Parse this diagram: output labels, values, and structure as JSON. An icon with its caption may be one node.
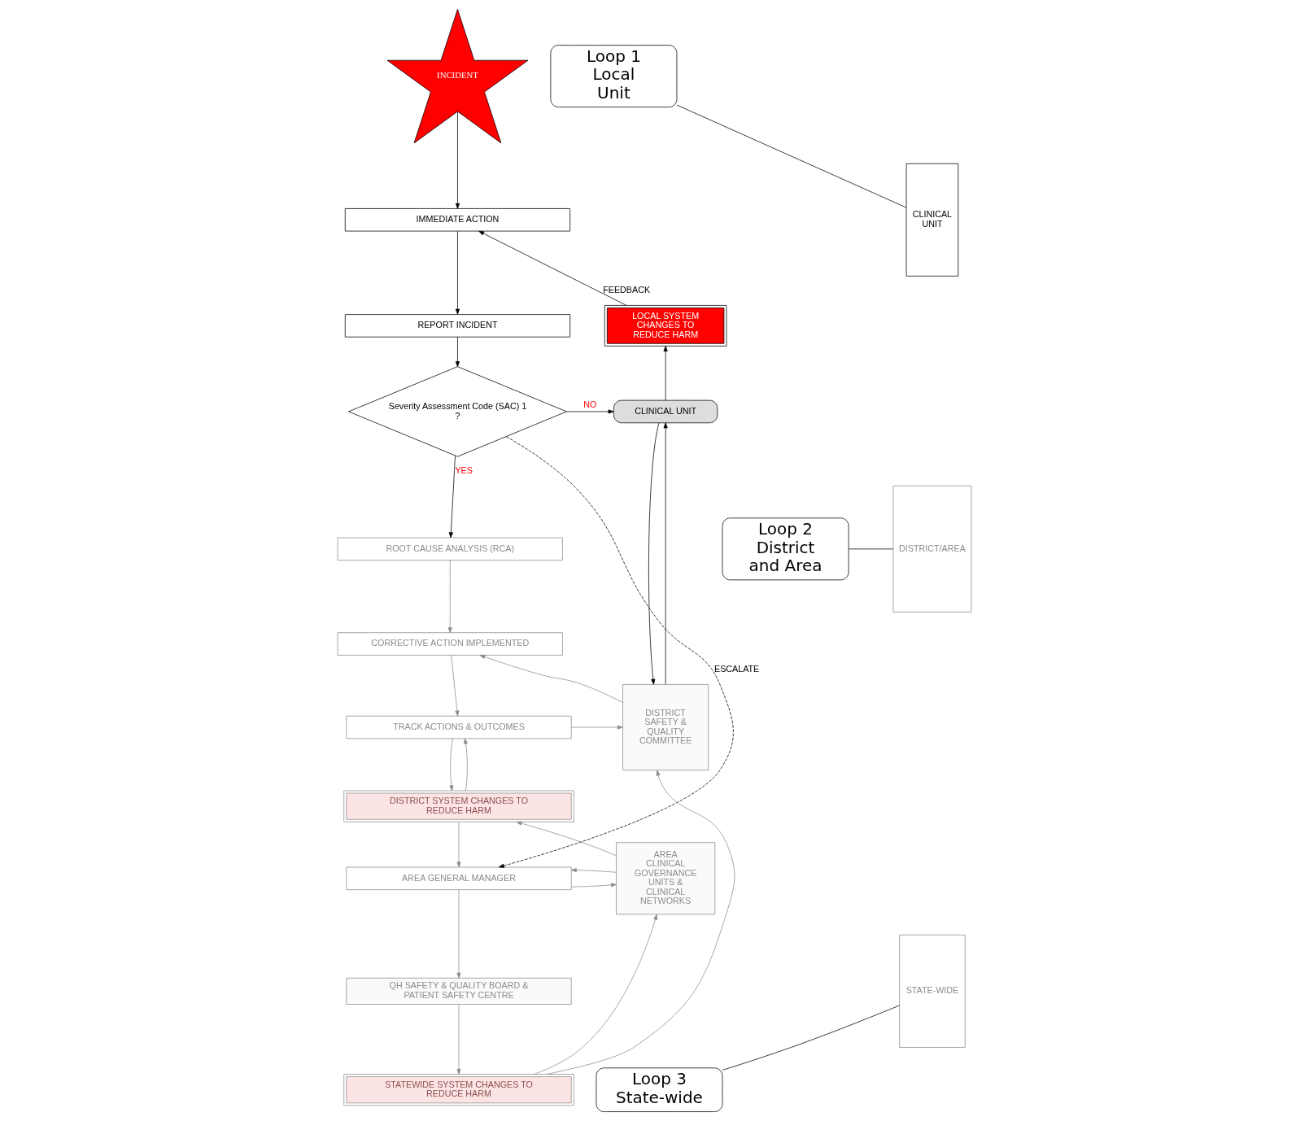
{
  "diagram": {
    "nodes": [
      {
        "text": [
          "INCIDENT"
        ]
      },
      {
        "text": [
          "IMMEDIATE ACTION"
        ]
      },
      {
        "text": [
          "REPORT INCIDENT"
        ]
      },
      {
        "text": [
          "Severity Assessment Code (SAC) 1",
          "?"
        ]
      },
      {
        "text": [
          "LOCAL SYSTEM CHANGES TO REDUCE HARM"
        ]
      },
      {
        "text": [
          "CLINICAL UNIT"
        ]
      },
      {
        "text": [
          "ROOT CAUSE ANALYSIS (RCA)"
        ]
      },
      {
        "text": [
          "CORRECTIVE ACTION IMPLEMENTED"
        ]
      },
      {
        "text": [
          "TRACK ACTIONS & OUTCOMES"
        ]
      },
      {
        "text": [
          "DISTRICT SYSTEM CHANGES TO REDUCE HARM"
        ]
      },
      {
        "text": [
          "AREA GENERAL MANAGER"
        ]
      },
      {
        "text": [
          "QH SAFETY & QUALITY BOARD & PATIENT SAFETY CENTRE"
        ]
      },
      {
        "text": [
          "STATEWIDE SYSTEM CHANGES TO REDUCE HARM"
        ]
      },
      {
        "text": [
          "DISTRICT SAFETY & QUALITY COMMITTEE"
        ]
      },
      {
        "text": [
          "AREA CLINICAL GOVERNANCE UNITS & CLINICAL NETWORKS"
        ]
      },
      {
        "text": [
          "CLINICAL UNIT"
        ]
      },
      {
        "text": [
          "DISTRICT/AREA"
        ]
      },
      {
        "text": [
          "STATE-WIDE"
        ]
      },
      {
        "text": [
          "Loop 1 Local Unit"
        ]
      },
      {
        "text": [
          "Loop 2 District and Area"
        ]
      },
      {
        "text": [
          "Loop 3 State-wide"
        ]
      }
    ],
    "edges": [
      {
        "from": 0,
        "to": 1,
        "arrow": "to",
        "color": "#000000"
      },
      {
        "from": 1,
        "to": 2,
        "arrow": "to",
        "color": "#000000"
      },
      {
        "from": 2,
        "to": 3,
        "arrow": "to",
        "color": "#000000"
      },
      {
        "from": 3,
        "to": 5,
        "arrow": "to",
        "label": "NO",
        "color": "#000000"
      },
      {
        "from": 5,
        "to": 4,
        "arrow": "to",
        "color": "#000000"
      },
      {
        "from": 4,
        "to": 1,
        "arrow": "to",
        "label": "FEEDBACK",
        "color": "#000000"
      },
      {
        "from": 3,
        "to": 6,
        "arrow": "to",
        "label": "YES",
        "color": "#000000"
      },
      {
        "from": 3,
        "to": 10,
        "arrow": "to",
        "label": "ESCALATE",
        "style": "dashed",
        "color": "#000000"
      },
      {
        "from": 6,
        "to": 7,
        "arrow": "to"
      },
      {
        "from": 7,
        "to": 8,
        "arrow": "to"
      },
      {
        "from": 8,
        "to": 9,
        "arrow": "to"
      },
      {
        "from": 9,
        "to": 8,
        "arrow": "to"
      },
      {
        "from": 9,
        "to": 10,
        "arrow": "to"
      },
      {
        "from": 10,
        "to": 11,
        "arrow": "to"
      },
      {
        "from": 11,
        "to": 12,
        "arrow": "to"
      },
      {
        "from": 5,
        "to": 13,
        "arrow": "to",
        "color": "#000000"
      },
      {
        "from": 13,
        "to": 5,
        "arrow": "to",
        "color": "#000000"
      },
      {
        "from": 13,
        "to": 7,
        "arrow": "to"
      },
      {
        "from": 8,
        "to": 13,
        "arrow": "to"
      },
      {
        "from": 14,
        "to": 9,
        "arrow": "to"
      },
      {
        "from": 10,
        "to": 14,
        "arrow": "to"
      },
      {
        "from": 14,
        "to": 10,
        "arrow": "to"
      },
      {
        "from": 12,
        "to": 13,
        "arrow": "to"
      },
      {
        "from": 12,
        "to": 14,
        "arrow": "to"
      },
      {
        "from": 18,
        "to": 15,
        "arrow": "none",
        "color": "#000000"
      },
      {
        "from": 19,
        "to": 16,
        "arrow": "none",
        "color": "#000000"
      },
      {
        "from": 20,
        "to": 17,
        "arrow": "none",
        "color": "#000000"
      }
    ]
  }
}
